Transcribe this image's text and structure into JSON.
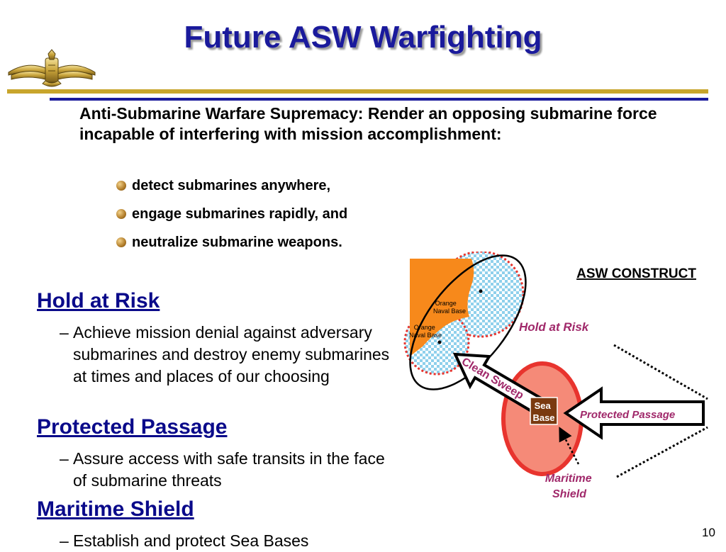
{
  "title": "Future ASW Warfighting",
  "intro": "Anti-Submarine Warfare Supremacy:   Render an opposing submarine force incapable of interfering with mission accomplishment:",
  "bullets": [
    "detect submarines anywhere,",
    "engage submarines rapidly, and",
    "neutralize submarine weapons."
  ],
  "sections": [
    {
      "heading": "Hold at Risk",
      "text": "Achieve mission denial against adversary submarines and destroy enemy submarines at times and places of our choosing"
    },
    {
      "heading": "Protected Passage",
      "text": "Assure access with safe transits in the face of submarine threats"
    },
    {
      "heading": "Maritime Shield",
      "text": "Establish and protect Sea Bases"
    }
  ],
  "diagram": {
    "title": "ASW CONSTRUCT",
    "base_label_1": [
      "Orange",
      "Naval Base"
    ],
    "base_label_2": [
      "Orange",
      "Naval Base"
    ],
    "hold_label": "Hold at Risk",
    "clean_sweep": "Clean Sweep",
    "sea_base": [
      "Sea",
      "Base"
    ],
    "protected_passage": "Protected Passage",
    "maritime_shield": [
      "Maritime",
      "Shield"
    ],
    "colors": {
      "land": "#f7891b",
      "sea_base_fill": "#f58a78",
      "sea_base_ring": "#e8342e",
      "label": "#a0286a",
      "base_box": "#7a3a10"
    }
  },
  "icons": {
    "insignia": "surface-warfare-insignia-icon",
    "bullet": "bronze-ball-icon"
  },
  "page_number": "10"
}
